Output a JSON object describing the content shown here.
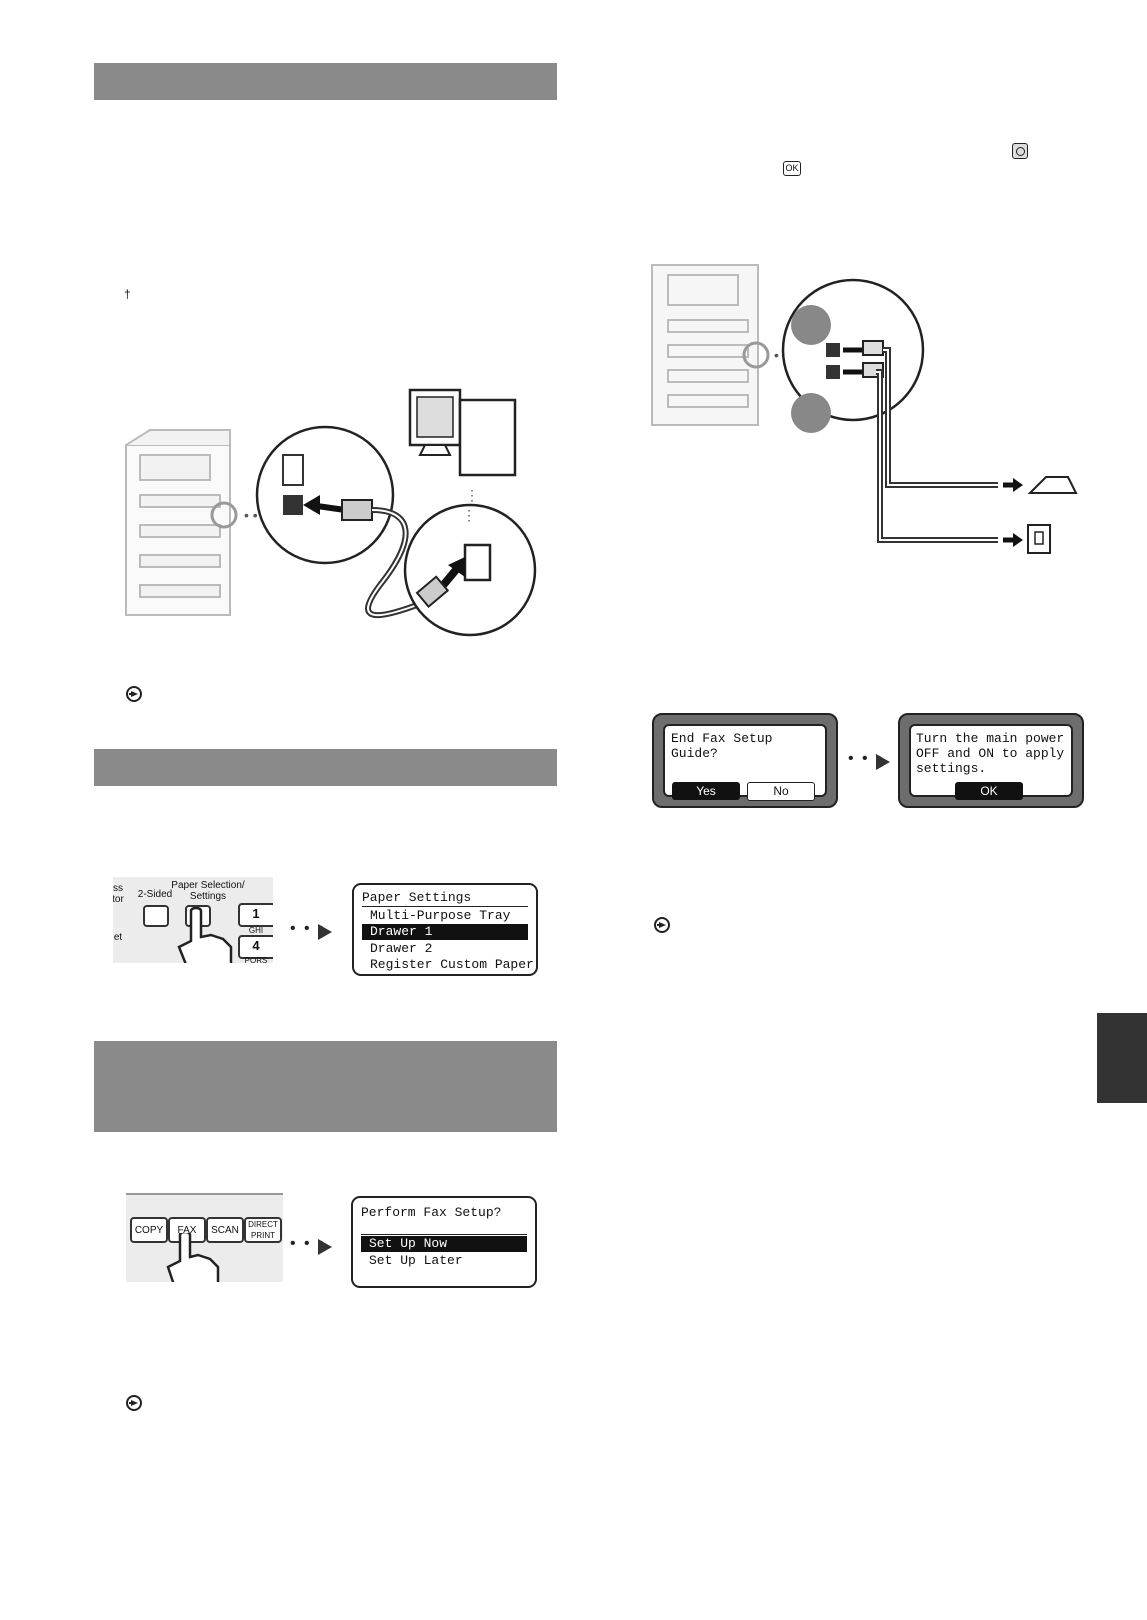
{
  "dagger": "†",
  "usb_figure": {
    "caption_icon": "arrow-circle-icon"
  },
  "paper_panel": {
    "key_labels": [
      "ss\ntor",
      "2-Sided",
      "Paper Selection/\nSettings",
      "1",
      "GHI",
      "4",
      "PQRS",
      "et"
    ],
    "screen_lines": [
      "Paper Settings",
      "Multi-Purpose Tray",
      "Drawer 1",
      "Drawer 2",
      "Register Custom Paper"
    ],
    "selected_index": 2
  },
  "fax_panel": {
    "key_labels": [
      "COPY",
      "FAX",
      "SCAN",
      "DIRECT\nPRINT"
    ],
    "screen_title": "Perform Fax Setup?",
    "options": [
      "Set Up Now",
      "Set Up Later"
    ],
    "selected_index": 0
  },
  "phone_figure": {
    "ok_icon_label": "OK"
  },
  "end_dialog": {
    "line1": "End Fax Setup",
    "line2": "Guide?",
    "yes": "Yes",
    "no": "No"
  },
  "power_dialog": {
    "line1": "Turn the main power",
    "line2": "OFF and ON to apply",
    "line3": "settings.",
    "ok": "OK"
  }
}
